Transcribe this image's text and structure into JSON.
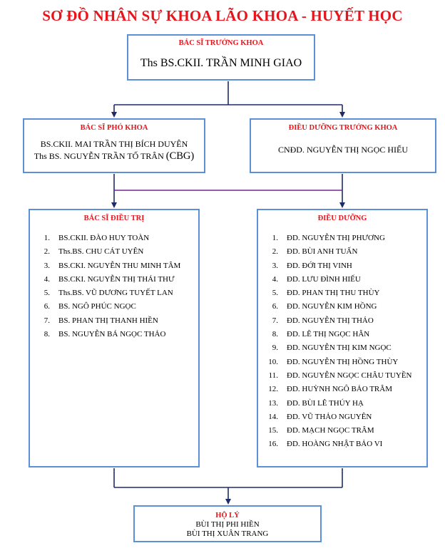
{
  "title": "SƠ ĐỒ NHÂN SỰ KHOA LÃO KHOA - HUYẾT HỌC",
  "head_of_department": {
    "heading": "BÁC SĨ TRƯỞNG KHOA",
    "name": "Ths BS.CKII. TRẦN MINH GIAO"
  },
  "deputy_heads": {
    "heading": "BÁC SĨ PHÓ KHOA",
    "line1": "BS.CKII. MAI TRẦN THỊ BÍCH DUYÊN",
    "line2_name": "Ths BS. NGUYỄN TRẦN TỐ TRÂN",
    "line2_note": "(CBG)"
  },
  "head_nurse": {
    "heading": "ĐIỀU DƯỠNG TRƯỞNG KHOA",
    "name": "CNĐD. NGUYỄN THỊ NGỌC HIẾU"
  },
  "attending_doctors": {
    "heading": "BÁC SĨ ĐIỀU TRỊ",
    "items": [
      {
        "num": "1.",
        "name": "BS.CKII. ĐÀO HUY TOÀN"
      },
      {
        "num": "2.",
        "name": "Ths.BS. CHU CÁT UYÊN"
      },
      {
        "num": "3.",
        "name": "BS.CKI. NGUYỄN THU MINH TÂM"
      },
      {
        "num": "4.",
        "name": "BS.CKI. NGUYỄN THỊ THÁI THƯ"
      },
      {
        "num": "5.",
        "name": "Ths.BS. VŨ DƯƠNG TUYẾT LAN"
      },
      {
        "num": "6.",
        "name": "BS. NGÔ PHÚC NGỌC"
      },
      {
        "num": "7.",
        "name": "BS. PHAN THỊ THANH HIỀN"
      },
      {
        "num": "8.",
        "name": "BS. NGUYỄN BÁ NGỌC THẢO"
      }
    ]
  },
  "nurses": {
    "heading": "ĐIỀU DƯỠNG",
    "items": [
      {
        "num": "1.",
        "name": "ĐD. NGUYỄN THỊ PHƯƠNG"
      },
      {
        "num": "2.",
        "name": "ĐD. BÙI ANH TUẤN"
      },
      {
        "num": "3.",
        "name": "ĐD. ĐỚI THỊ VINH"
      },
      {
        "num": "4.",
        "name": "ĐD. LƯU ĐÌNH HIẾU"
      },
      {
        "num": "5.",
        "name": "ĐD. PHAN THỊ THU THÙY"
      },
      {
        "num": "6.",
        "name": "ĐD. NGUYỄN KIM HỒNG"
      },
      {
        "num": "7.",
        "name": "ĐD. NGUYỄN THỊ THẢO"
      },
      {
        "num": "8.",
        "name": "ĐD. LÊ THỊ NGỌC HÂN"
      },
      {
        "num": "9.",
        "name": "ĐD. NGUYỄN THỊ KIM NGỌC"
      },
      {
        "num": "10.",
        "name": "ĐD. NGUYỄN THỊ HỒNG THÙY"
      },
      {
        "num": "11.",
        "name": "ĐD. NGUYỄN NGỌC CHÂU TUYỀN"
      },
      {
        "num": "12.",
        "name": "ĐD. HUỲNH NGÔ BẢO TRÂM"
      },
      {
        "num": "13.",
        "name": "ĐD. BÙI LÊ THÚY HẠ"
      },
      {
        "num": "14.",
        "name": "ĐD. VŨ THẢO NGUYÊN"
      },
      {
        "num": "15.",
        "name": "ĐD. MẠCH NGỌC TRÂM"
      },
      {
        "num": "16.",
        "name": "ĐD. HOÀNG NHẬT BẢO VI"
      }
    ]
  },
  "nursing_aides": {
    "heading": "HỘ LÝ",
    "line1": "BÙI THỊ PHI HIỀN",
    "line2": "BÙI THỊ XUÂN TRANG"
  },
  "colors": {
    "title_red": "#e8141c",
    "box_border": "#5b8fd6",
    "connector_navy": "#1f2a6b",
    "connector_purple": "#6a2c8f"
  }
}
